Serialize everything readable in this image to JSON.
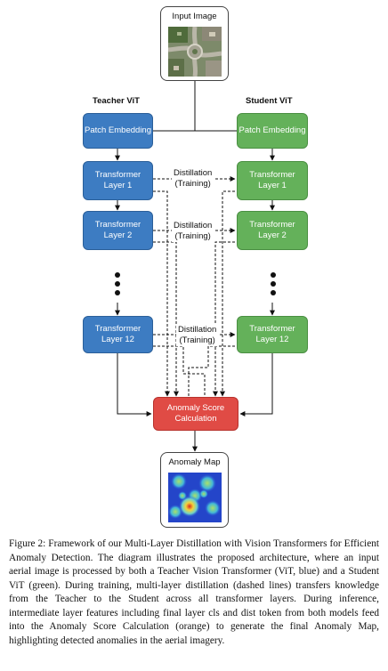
{
  "input": {
    "title": "Input Image"
  },
  "teacher": {
    "heading": "Teacher ViT",
    "patch": "Patch Embedding",
    "layer1": "Transformer\nLayer 1",
    "layer2": "Transformer\nLayer 2",
    "layer12": "Transformer\nLayer 12"
  },
  "student": {
    "heading": "Student ViT",
    "patch": "Patch Embedding",
    "layer1": "Transformer\nLayer 1",
    "layer2": "Transformer\nLayer 2",
    "layer12": "Transformer\nLayer 12"
  },
  "distillation": {
    "label1": "Distillation\n(Training)",
    "label2": "Distillation\n(Training)",
    "label3": "Distillation\n(Training)"
  },
  "anomaly_score": "Anomaly Score\nCalculation",
  "output": {
    "title": "Anomaly Map"
  },
  "caption": "Figure 2: Framework of our Multi-Layer Distillation with Vision Transformers for Efficient Anomaly Detection. The diagram illustrates the proposed architecture, where an input aerial image is processed by both a Teacher Vision Transformer (ViT, blue) and a Student ViT (green). During training, multi-layer distillation (dashed lines) transfers knowledge from the Teacher to the Student across all transformer layers. During inference, intermediate layer features including final layer cls and dist token from both models feed into the Anomaly Score Calculation (orange) to generate the final Anomaly Map, highlighting detected anomalies in the aerial imagery.",
  "colors": {
    "teacher": "#3d7cc2",
    "student": "#64b15a",
    "score": "#e04b45"
  }
}
